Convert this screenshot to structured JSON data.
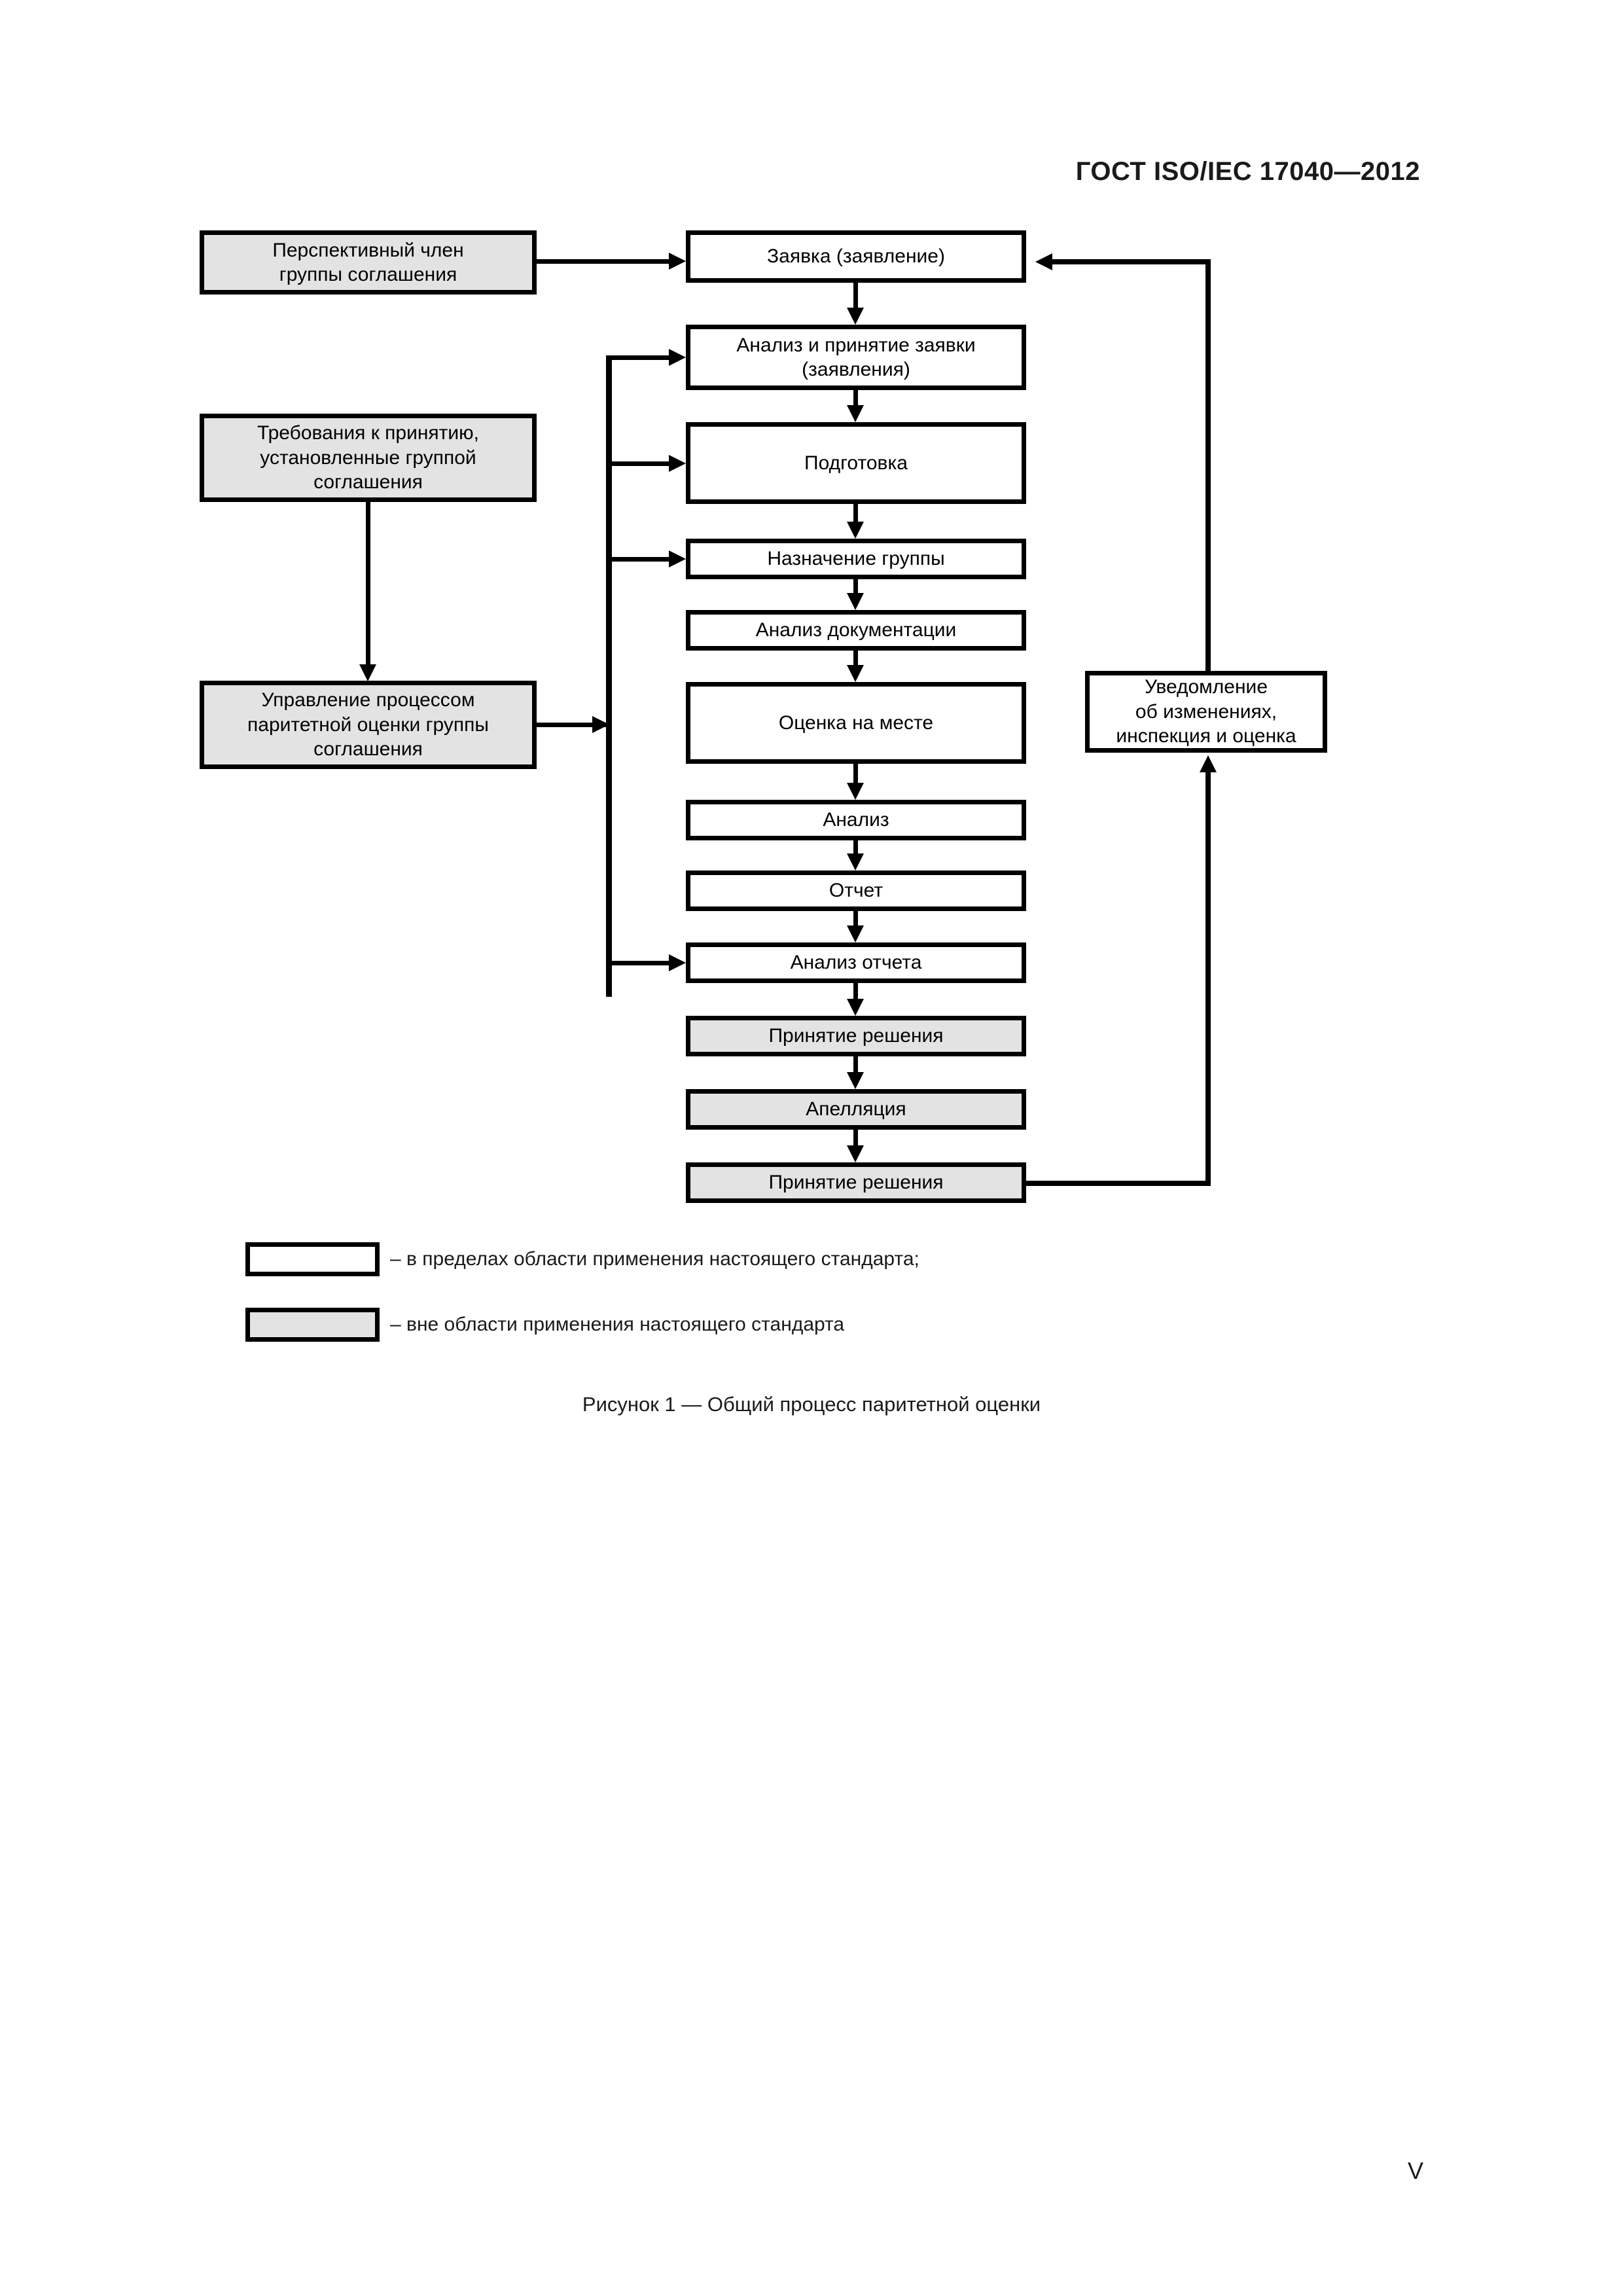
{
  "header": {
    "standard_title": "ГОСТ ISO/IEC 17040—2012"
  },
  "figure": {
    "caption": "Рисунок 1 — Общий процесс паритетной оценки",
    "left_boxes": [
      {
        "id": "prospective-member",
        "label": "Перспективный член\nгруппы соглашения",
        "fill": "shaded"
      },
      {
        "id": "acceptance-requirements",
        "label": "Требования к принятию,\nустановленные группой\nсоглашения",
        "fill": "shaded"
      },
      {
        "id": "process-management",
        "label": "Управление процессом\nпаритетной оценки группы\nсоглашения",
        "fill": "shaded"
      }
    ],
    "main_boxes": [
      {
        "id": "application",
        "label": "Заявка (заявление)",
        "fill": "white"
      },
      {
        "id": "application-review",
        "label": "Анализ и принятие заявки\n(заявления)",
        "fill": "white"
      },
      {
        "id": "preparation",
        "label": "Подготовка",
        "fill": "white"
      },
      {
        "id": "team-appointment",
        "label": "Назначение группы",
        "fill": "white"
      },
      {
        "id": "documentation-review",
        "label": "Анализ документации",
        "fill": "white"
      },
      {
        "id": "on-site-assessment",
        "label": "Оценка на месте",
        "fill": "white"
      },
      {
        "id": "analysis",
        "label": "Анализ",
        "fill": "white"
      },
      {
        "id": "report",
        "label": "Отчет",
        "fill": "white"
      },
      {
        "id": "report-review",
        "label": "Анализ отчета",
        "fill": "white"
      },
      {
        "id": "decision-making-1",
        "label": "Принятие решения",
        "fill": "shaded"
      },
      {
        "id": "appeal",
        "label": "Апелляция",
        "fill": "shaded"
      },
      {
        "id": "decision-making-2",
        "label": "Принятие решения",
        "fill": "shaded"
      }
    ],
    "right_boxes": [
      {
        "id": "change-notification",
        "label": "Уведомление\nоб изменениях,\nинспекция и оценка",
        "fill": "white"
      }
    ],
    "legend": [
      {
        "id": "within-scope",
        "fill": "white",
        "text": "– в пределах области применения настоящего стандарта;"
      },
      {
        "id": "outside-scope",
        "fill": "shaded",
        "text": "– вне области применения настоящего стандарта"
      }
    ]
  },
  "footer": {
    "page_number": "V"
  },
  "colors": {
    "shaded_fill": "#e3e3e3",
    "line": "#000000",
    "text": "#1a1a1a"
  }
}
